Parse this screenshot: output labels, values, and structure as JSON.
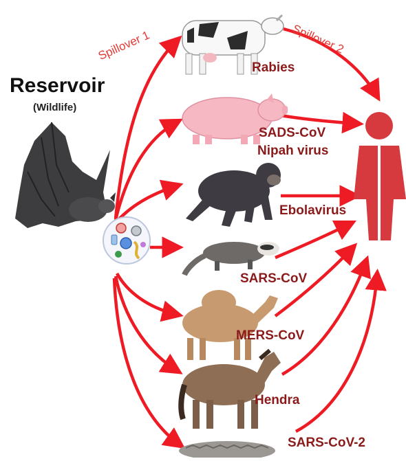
{
  "reservoir": {
    "title": "Reservoir",
    "subtitle": "(Wildlife)"
  },
  "spillovers": [
    "Spillover 1",
    "Spillover 2"
  ],
  "colors": {
    "arrow": "#ee1b24",
    "label": "#8b1a1a",
    "spillover": "#e53935",
    "human": "#d63a3f"
  },
  "hosts": [
    {
      "animal": "cow",
      "label": "Rabies"
    },
    {
      "animal": "pig",
      "label": "SADS-CoV",
      "label2": "Nipah virus"
    },
    {
      "animal": "chimpanzee",
      "label": "Ebolavirus"
    },
    {
      "animal": "civet",
      "label": "SARS-CoV"
    },
    {
      "animal": "camel",
      "label": "MERS-CoV"
    },
    {
      "animal": "horse",
      "label": "Hendra"
    },
    {
      "animal": "pangolin",
      "label": "SARS-CoV-2"
    }
  ],
  "icons": [
    "bat-icon",
    "virus-cluster-icon",
    "human-icon"
  ]
}
